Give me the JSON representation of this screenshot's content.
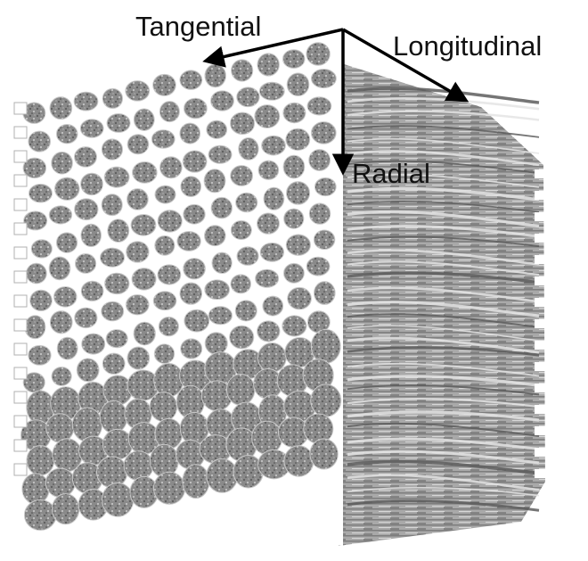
{
  "figure": {
    "axes": {
      "tangential": "Tangential",
      "longitudinal": "Longitudinal",
      "radial": "Radial"
    },
    "colors": {
      "arrow": "#000000",
      "cell_wall": "#ffffff",
      "lumen": "#8a8a8a",
      "longitudinal_face": "#a9a9a9"
    }
  }
}
